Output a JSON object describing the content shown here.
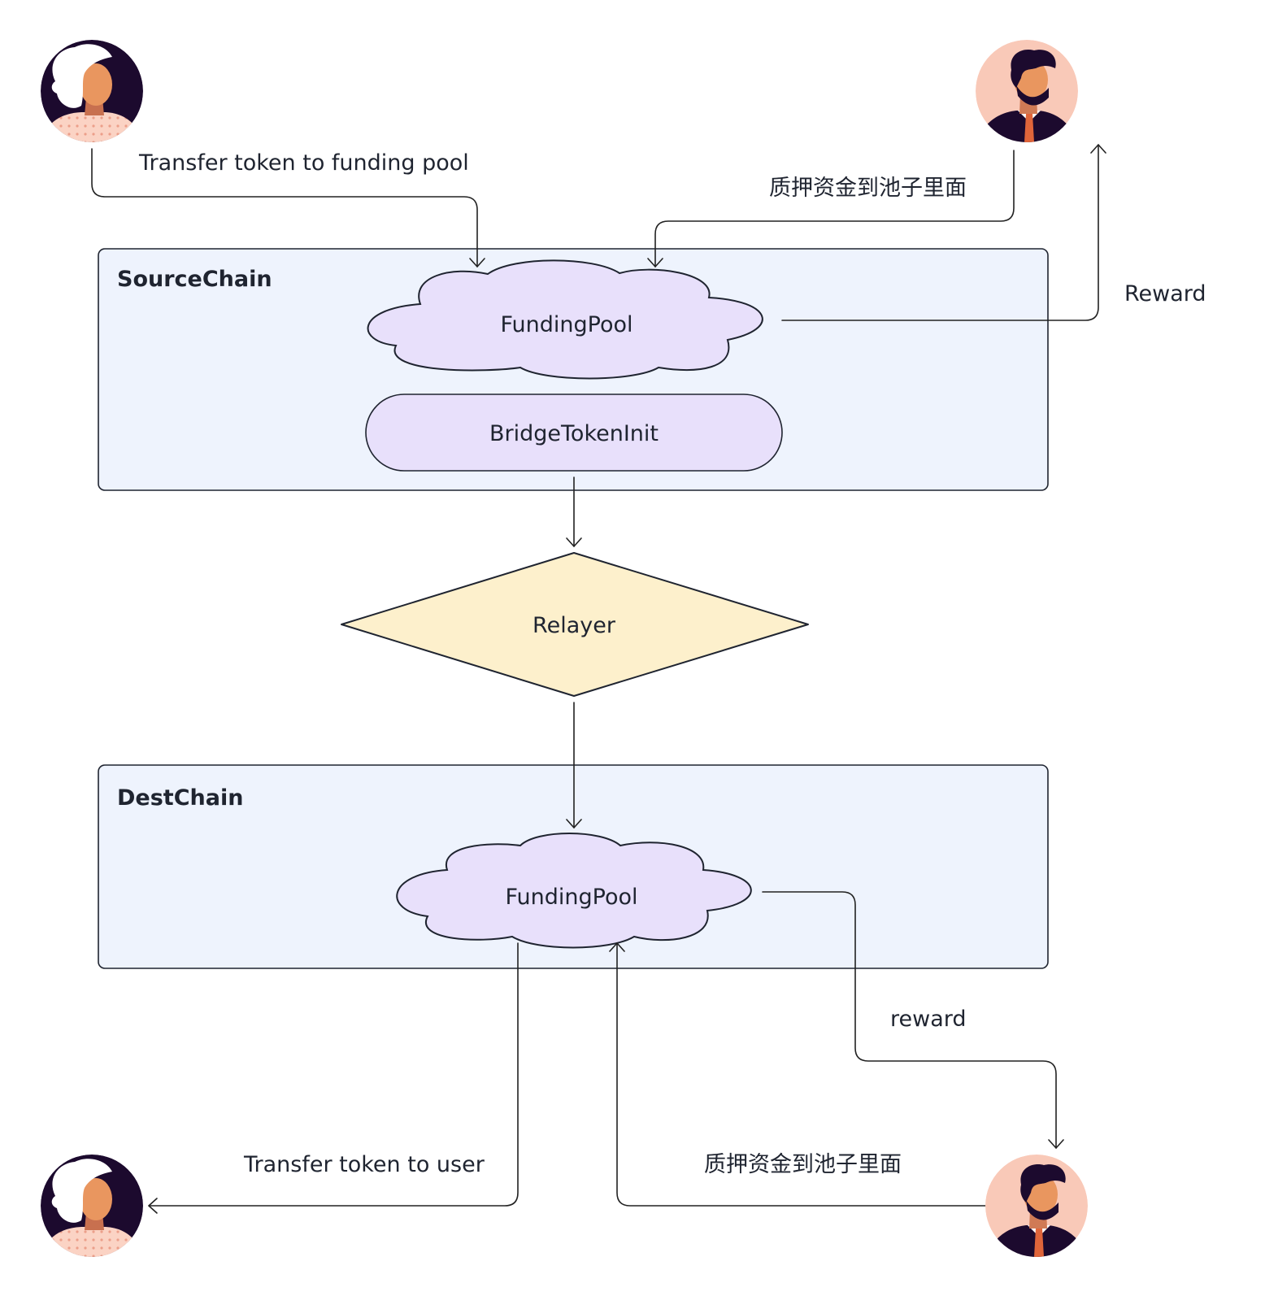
{
  "colors": {
    "container_fill": "#eef3fd",
    "container_stroke": "#1f2430",
    "node_fill": "#e8e0fb",
    "relayer_fill": "#fdf0cc",
    "avatar_woman_bg": "#1c0a2e",
    "avatar_man_bg": "#f9c9b8"
  },
  "containers": {
    "source": {
      "title": "SourceChain"
    },
    "dest": {
      "title": "DestChain"
    }
  },
  "nodes": {
    "source_pool": "FundingPool",
    "bridge_init": "BridgeTokenInit",
    "relayer": "Relayer",
    "dest_pool": "FundingPool"
  },
  "edges": {
    "user_to_pool": "Transfer token to funding pool",
    "lp_stake_source": "质押资金到池子里面",
    "reward_source": "Reward",
    "reward_dest": "reward",
    "pool_to_user": "Transfer token to  user",
    "lp_stake_dest": "质押资金到池子里面"
  },
  "actors": [
    {
      "role": "user",
      "icon": "woman-avatar-icon"
    },
    {
      "role": "liquidity-provider",
      "icon": "man-avatar-icon"
    },
    {
      "role": "user",
      "icon": "woman-avatar-icon"
    },
    {
      "role": "liquidity-provider",
      "icon": "man-avatar-icon"
    }
  ]
}
